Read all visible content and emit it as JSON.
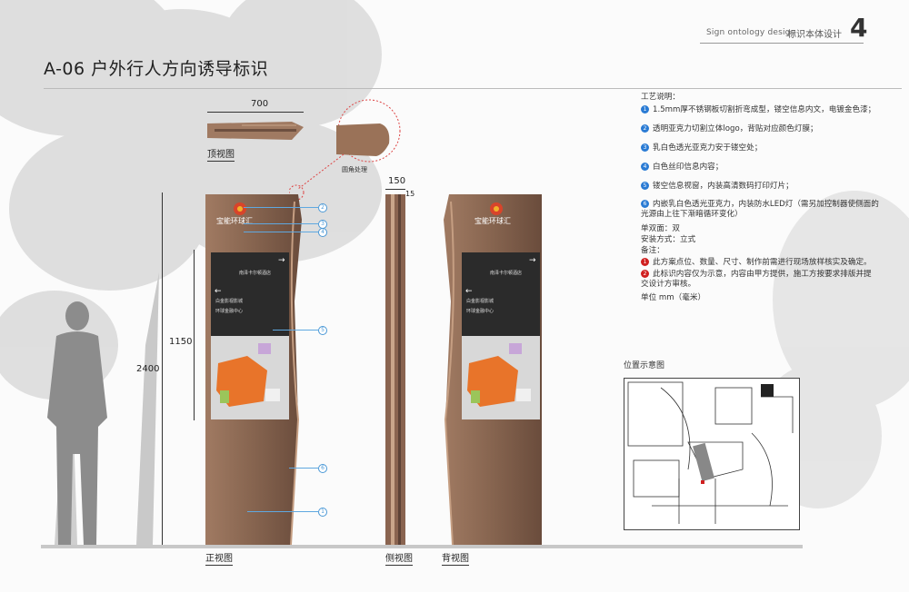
{
  "header": {
    "english": "Sign ontology design",
    "chinese": "标识本体设计",
    "page_number": "4"
  },
  "title": "A-06 户外行人方向诱导标识",
  "top_view": {
    "width_label": "700",
    "caption": "顶视图",
    "corner_note": "圆角处理"
  },
  "side_dims": {
    "depth": "150",
    "inset": "15"
  },
  "front_dims": {
    "total_height": "2400",
    "screen_height": "1150"
  },
  "captions": {
    "front": "正视图",
    "side": "侧视图",
    "back": "背视图",
    "site": "位置示意图"
  },
  "sign_content": {
    "brand": "宝能环球汇",
    "dest1": "南泽卡尔顿酒店",
    "dest2": "白金影视影城",
    "dest3": "环球金融中心"
  },
  "process": {
    "heading": "工艺说明：",
    "items": [
      {
        "n": "1",
        "text": "1.5mm厚不锈钢板切割折弯成型，镂空信息内文，电镀金色漆；"
      },
      {
        "n": "2",
        "text": "透明亚克力切割立体logo，背贴对应颜色灯膜；"
      },
      {
        "n": "3",
        "text": "乳白色透光亚克力安于镂空处；"
      },
      {
        "n": "4",
        "text": "白色丝印信息内容；"
      },
      {
        "n": "5",
        "text": "镂空信息视窗，内装高清数码打印灯片；"
      },
      {
        "n": "6",
        "text": "内嵌乳白色透光亚克力，内装防水LED灯（需另加控制器使侧面的光源由上往下渐暗循环变化）"
      }
    ],
    "single_double": "单双面：双",
    "install": "安装方式：立式",
    "remark_heading": "备注：",
    "remarks": [
      {
        "n": "1",
        "text": "此方案点位、数量、尺寸、制作前需进行现场放样核实及确定。"
      },
      {
        "n": "2",
        "text": "此标识内容仅为示意，内容由甲方提供，施工方按要求排版并提交设计方审核。"
      }
    ],
    "unit": "单位  mm（毫米）"
  },
  "callout_numbers": [
    "2",
    "3",
    "4",
    "5",
    "6",
    "1"
  ],
  "colors": {
    "bronze": "#8a6450",
    "accent_blue": "#2a7bd4",
    "remark_red": "#d02020"
  }
}
